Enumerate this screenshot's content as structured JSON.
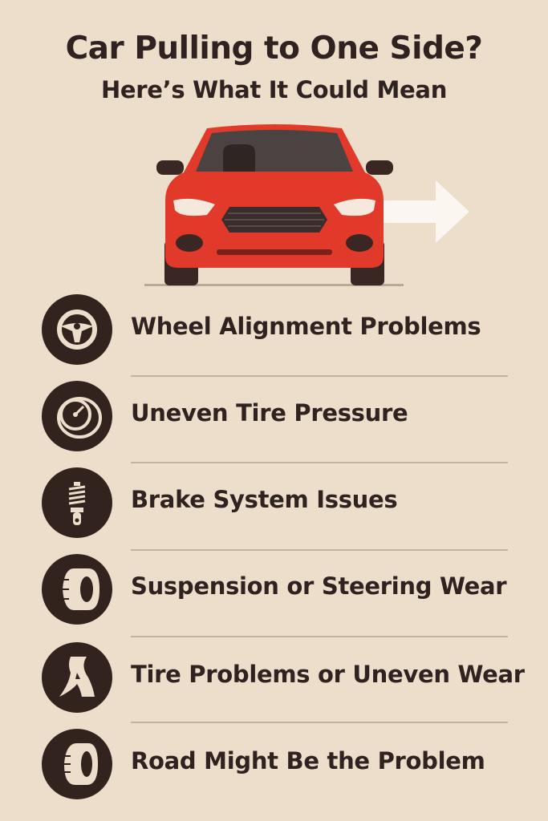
{
  "header": {
    "title": "Car Pulling to One Side?",
    "subtitle": "Here’s What It Could Mean"
  },
  "colors": {
    "background": "#ecdecb",
    "text": "#2f2220",
    "car": "#e1392a",
    "arrow": "#fbf6f0"
  },
  "hero": {
    "car_icon": "car-front-icon",
    "arrow_icon": "arrow-right-icon"
  },
  "causes": [
    {
      "label": "Wheel Alignment Problems",
      "icon": "steering-wheel-icon"
    },
    {
      "label": "Uneven Tire Pressure",
      "icon": "pressure-gauge-icon"
    },
    {
      "label": "Brake System Issues",
      "icon": "shock-absorber-icon"
    },
    {
      "label": "Suspension or Steering Wear",
      "icon": "tire-icon"
    },
    {
      "label": "Tire Problems or Uneven Wear",
      "icon": "road-icon"
    },
    {
      "label": "Road Might Be the Problem",
      "icon": "tire-icon"
    }
  ]
}
